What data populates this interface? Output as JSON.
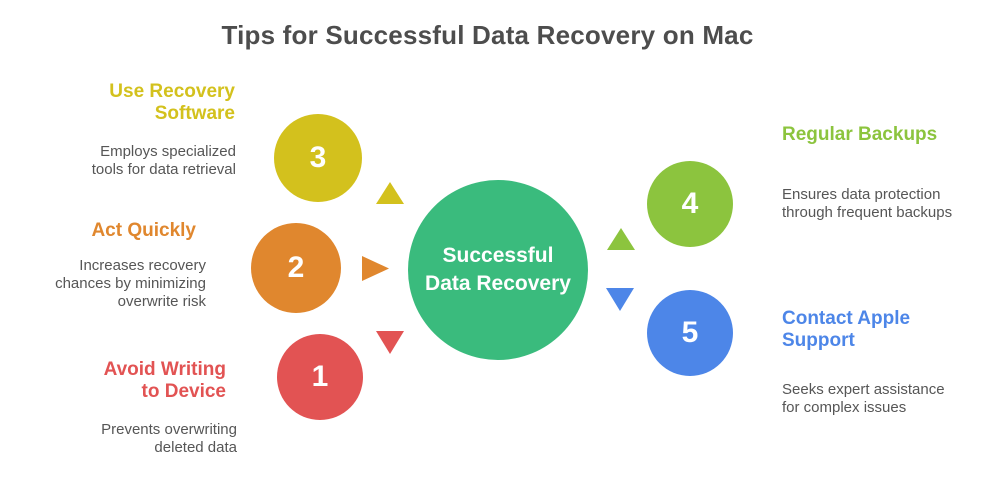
{
  "title": "Tips for Successful Data Recovery on Mac",
  "center": {
    "label": "Successful\nData Recovery",
    "color": "#3abb7d"
  },
  "steps": [
    {
      "number": "1",
      "heading": "Avoid Writing\nto Device",
      "description": "Prevents overwriting\ndeleted data",
      "color": "#e25353",
      "arrow": "triangle-down-icon",
      "side": "left"
    },
    {
      "number": "2",
      "heading": "Act Quickly",
      "description": "Increases recovery\nchances by minimizing\noverwrite risk",
      "color": "#e0872e",
      "arrow": "triangle-right-icon",
      "side": "left"
    },
    {
      "number": "3",
      "heading": "Use Recovery\nSoftware",
      "description": "Employs specialized\ntools for data retrieval",
      "color": "#d3c11d",
      "arrow": "triangle-up-icon",
      "side": "left"
    },
    {
      "number": "4",
      "heading": "Regular Backups",
      "description": "Ensures data protection\nthrough frequent backups",
      "color": "#8cc43e",
      "arrow": "triangle-up-icon",
      "side": "right"
    },
    {
      "number": "5",
      "heading": "Contact Apple\nSupport",
      "description": "Seeks expert assistance\nfor complex issues",
      "color": "#4d86e8",
      "arrow": "triangle-down-icon",
      "side": "right"
    }
  ]
}
